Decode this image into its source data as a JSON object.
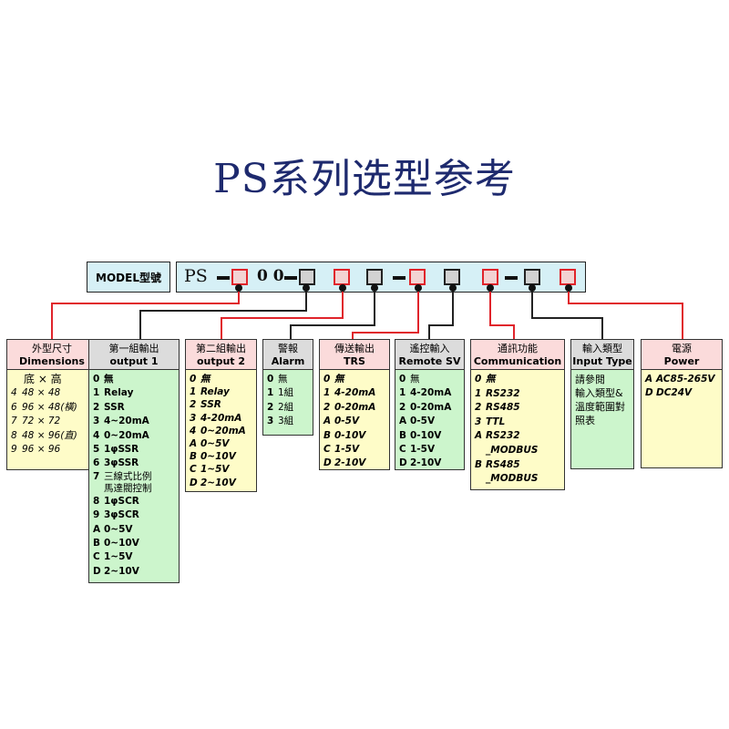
{
  "title": "PS系列选型参考",
  "model": {
    "label": "MODEL型號",
    "code": {
      "prefix": "PS",
      "fixed": "0 0"
    }
  },
  "colors": {
    "red": "#e0242b",
    "black": "#222222",
    "pink_header": "#fbdbdb",
    "gray_header": "#dcdcdc",
    "yellow_body": "#fefcc8",
    "green_body": "#ccf5cc",
    "bar": "#d6f0f6",
    "title": "#1e2a6e"
  },
  "groups": [
    {
      "id": "dimensions",
      "title_cn": "外型尺寸",
      "title_en": "Dimensions",
      "intro": "底 × 高",
      "rows": [
        {
          "code": "4",
          "text": "48 × 48"
        },
        {
          "code": "6",
          "text": "96 × 48(橫)"
        },
        {
          "code": "7",
          "text": "72 × 72"
        },
        {
          "code": "8",
          "text": "48 × 96(直)"
        },
        {
          "code": "9",
          "text": "96 × 96"
        }
      ]
    },
    {
      "id": "output1",
      "title_cn": "第一組輸出",
      "title_en": "output 1",
      "rows": [
        {
          "code": "0",
          "text": "無"
        },
        {
          "code": "1",
          "text": "Relay"
        },
        {
          "code": "2",
          "text": "SSR"
        },
        {
          "code": "3",
          "text": "4~20mA"
        },
        {
          "code": "4",
          "text": "0~20mA"
        },
        {
          "code": "5",
          "text": "1φSSR"
        },
        {
          "code": "6",
          "text": "3φSSR"
        },
        {
          "code": "7",
          "text": "三線式比例"
        },
        {
          "code": "",
          "text": "馬達閥控制"
        },
        {
          "code": "8",
          "text": "1φSCR"
        },
        {
          "code": "9",
          "text": "3φSCR"
        },
        {
          "code": "A",
          "text": "0~5V"
        },
        {
          "code": "B",
          "text": "0~10V"
        },
        {
          "code": "C",
          "text": "1~5V"
        },
        {
          "code": "D",
          "text": "2~10V"
        }
      ]
    },
    {
      "id": "output2",
      "title_cn": "第二組輸出",
      "title_en": "output 2",
      "rows": [
        {
          "code": "0",
          "text": "無"
        },
        {
          "code": "1",
          "text": "Relay"
        },
        {
          "code": "2",
          "text": "SSR"
        },
        {
          "code": "3",
          "text": "4-20mA"
        },
        {
          "code": "4",
          "text": "0~20mA"
        },
        {
          "code": "A",
          "text": "0~5V"
        },
        {
          "code": "B",
          "text": "0~10V"
        },
        {
          "code": "C",
          "text": "1~5V"
        },
        {
          "code": "D",
          "text": "2~10V"
        }
      ]
    },
    {
      "id": "alarm",
      "title_cn": "警報",
      "title_en": "Alarm",
      "rows": [
        {
          "code": "0",
          "text": "無"
        },
        {
          "code": "1",
          "text": "1組"
        },
        {
          "code": "2",
          "text": "2組"
        },
        {
          "code": "3",
          "text": "3組"
        }
      ]
    },
    {
      "id": "trs",
      "title_cn": "傳送輸出",
      "title_en": "TRS",
      "rows": [
        {
          "code": "0",
          "text": "無"
        },
        {
          "code": "1",
          "text": "4-20mA"
        },
        {
          "code": "2",
          "text": "0-20mA"
        },
        {
          "code": "A",
          "text": "0-5V"
        },
        {
          "code": "B",
          "text": "0-10V"
        },
        {
          "code": "C",
          "text": "1-5V"
        },
        {
          "code": "D",
          "text": "2-10V"
        }
      ]
    },
    {
      "id": "remote_sv",
      "title_cn": "遙控輸入",
      "title_en": "Remote SV",
      "rows": [
        {
          "code": "0",
          "text": "無"
        },
        {
          "code": "1",
          "text": "4-20mA"
        },
        {
          "code": "2",
          "text": "0-20mA"
        },
        {
          "code": "A",
          "text": "0-5V"
        },
        {
          "code": "B",
          "text": "0-10V"
        },
        {
          "code": "C",
          "text": "1-5V"
        },
        {
          "code": "D",
          "text": "2-10V"
        }
      ]
    },
    {
      "id": "communication",
      "title_cn": "通訊功能",
      "title_en": "Communication",
      "rows": [
        {
          "code": "0",
          "text": "無"
        },
        {
          "code": "1",
          "text": "RS232"
        },
        {
          "code": "2",
          "text": "RS485"
        },
        {
          "code": "3",
          "text": "TTL"
        },
        {
          "code": "A",
          "text": "RS232"
        },
        {
          "code": "",
          "text": "_MODBUS"
        },
        {
          "code": "B",
          "text": "RS485"
        },
        {
          "code": "",
          "text": "_MODBUS"
        }
      ]
    },
    {
      "id": "input_type",
      "title_cn": "輸入類型",
      "title_en": "Input Type",
      "rows": [
        {
          "code": "",
          "text": "請參閱"
        },
        {
          "code": "",
          "text": "輸入類型&"
        },
        {
          "code": "",
          "text": "溫度範圍對"
        },
        {
          "code": "",
          "text": "照表"
        }
      ]
    },
    {
      "id": "power",
      "title_cn": "電源",
      "title_en": "Power",
      "rows": [
        {
          "code": "A",
          "text": "AC85-265V"
        },
        {
          "code": "D",
          "text": "DC24V"
        }
      ]
    }
  ]
}
